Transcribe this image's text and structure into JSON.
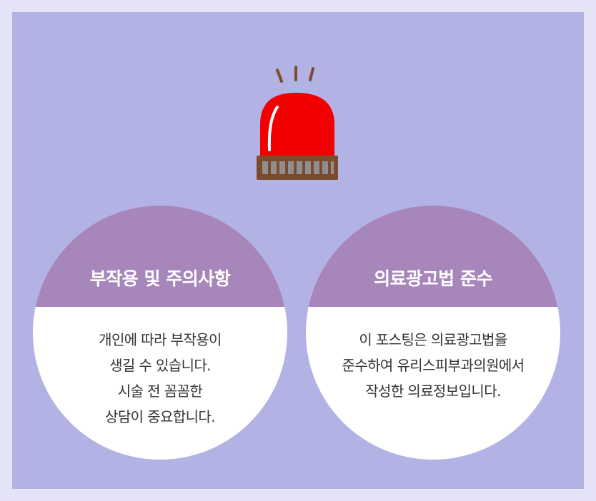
{
  "colors": {
    "outer_background": "#e4e3f8",
    "panel": "#b3b2e5",
    "circle_cap": "#a686bb",
    "circle_body": "#ffffff",
    "siren_red": "#f20000",
    "siren_base": "#7c4b2e"
  },
  "icon": "siren-icon",
  "cards": {
    "left": {
      "title": "부작용 및 주의사항",
      "lines": [
        "개인에 따라 부작용이",
        "생길 수 있습니다.",
        "시술 전 꼼꼼한",
        "상담이 중요합니다."
      ]
    },
    "right": {
      "title": "의료광고법 준수",
      "lines": [
        "이 포스팅은 의료광고법을",
        "준수하여 유리스피부과의원에서",
        "작성한 의료정보입니다."
      ]
    }
  }
}
